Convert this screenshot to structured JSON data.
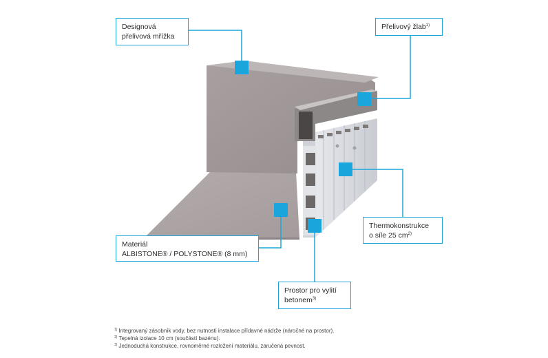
{
  "callouts": {
    "grid": {
      "line1": "Designová",
      "line2": "přelivová mřížka"
    },
    "trough": {
      "text": "Přelivový žlab",
      "sup": "1)"
    },
    "thermo": {
      "line1": "Thermokonstrukce",
      "line2": "o síle 25 cm",
      "sup": "2)"
    },
    "material": {
      "line1": "Materiál",
      "line2": "ALBISTONE® / POLYSTONE® (8 mm)"
    },
    "concrete": {
      "line1": "Prostor pro vylití",
      "line2": "betonem",
      "sup": "3)"
    }
  },
  "footnotes": [
    {
      "num": "1)",
      "text": "Integrovaný zásobník vody, bez nutnosti instalace přídavné nádrže (náročné na prostor)."
    },
    {
      "num": "2)",
      "text": "Tepelná izolace 10 cm (součástí bazénu)."
    },
    {
      "num": "3)",
      "text": "Jednoduchá konstrukce, rovnoměrné rozložení materiálu, zaručená pevnost."
    }
  ],
  "colors": {
    "accent": "#1aa6dc",
    "wall": "#a09898",
    "floor": "#b8b0b0",
    "panel": "#dcdfe4"
  }
}
